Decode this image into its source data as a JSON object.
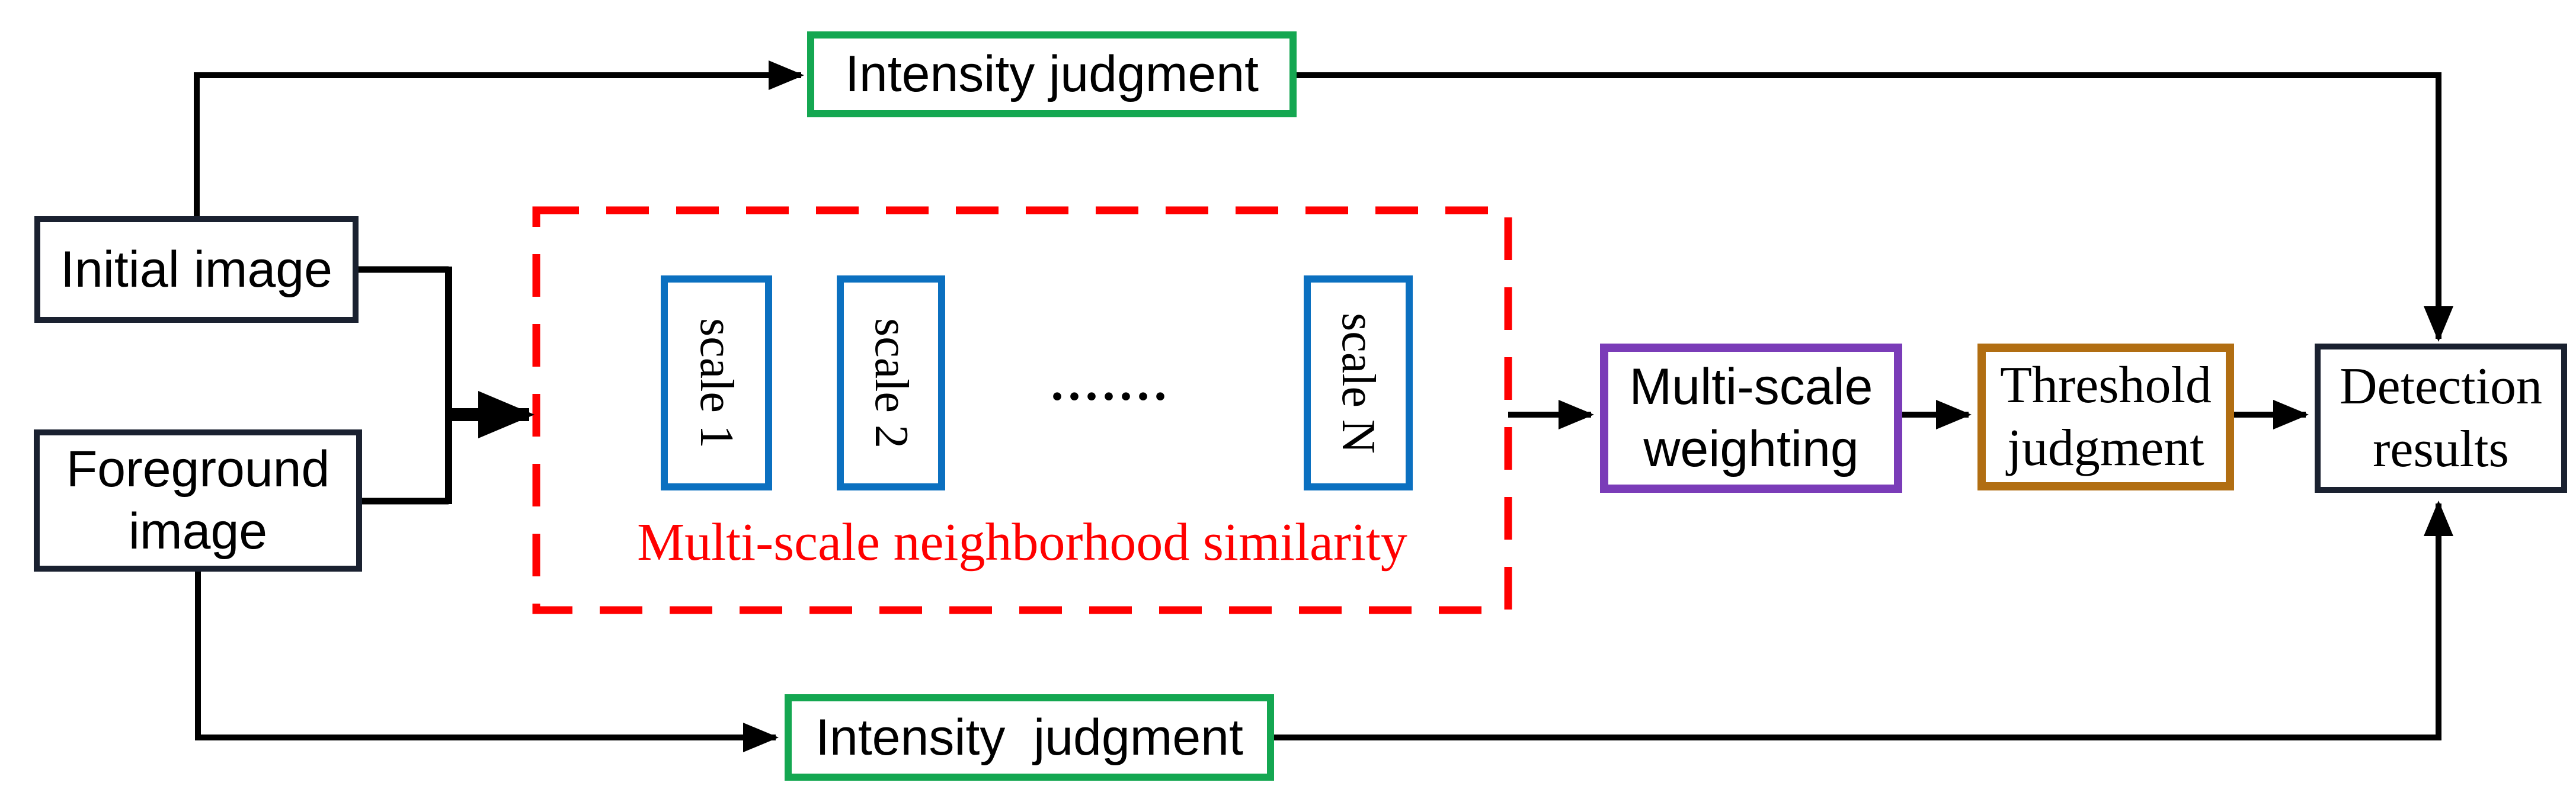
{
  "diagram": {
    "nodes": {
      "initial_image": {
        "label": "Initial image"
      },
      "foreground_image": {
        "label": "Foreground image"
      },
      "intensity_judgment_top": {
        "label": "Intensity judgment"
      },
      "intensity_judgment_bottom": {
        "label": "Intensity  judgment"
      },
      "multi_scale_weighting": {
        "label": "Multi-scale weighting"
      },
      "threshold_judgment": {
        "label": "Threshold judgment"
      },
      "detection_results": {
        "label": "Detection results"
      }
    },
    "similarity_group": {
      "label": "Multi-scale neighborhood similarity",
      "scales": [
        "scale 1",
        "scale 2",
        "scale N"
      ],
      "ellipsis": "......."
    },
    "colors": {
      "green": "#14A751",
      "blue": "#0B70C0",
      "purple": "#7A3CB8",
      "brown": "#B16E12",
      "red": "#FF0000",
      "dark_navy": "#1A2130",
      "line": "#000000",
      "text": "#000000",
      "background": "#FFFFFF"
    }
  }
}
